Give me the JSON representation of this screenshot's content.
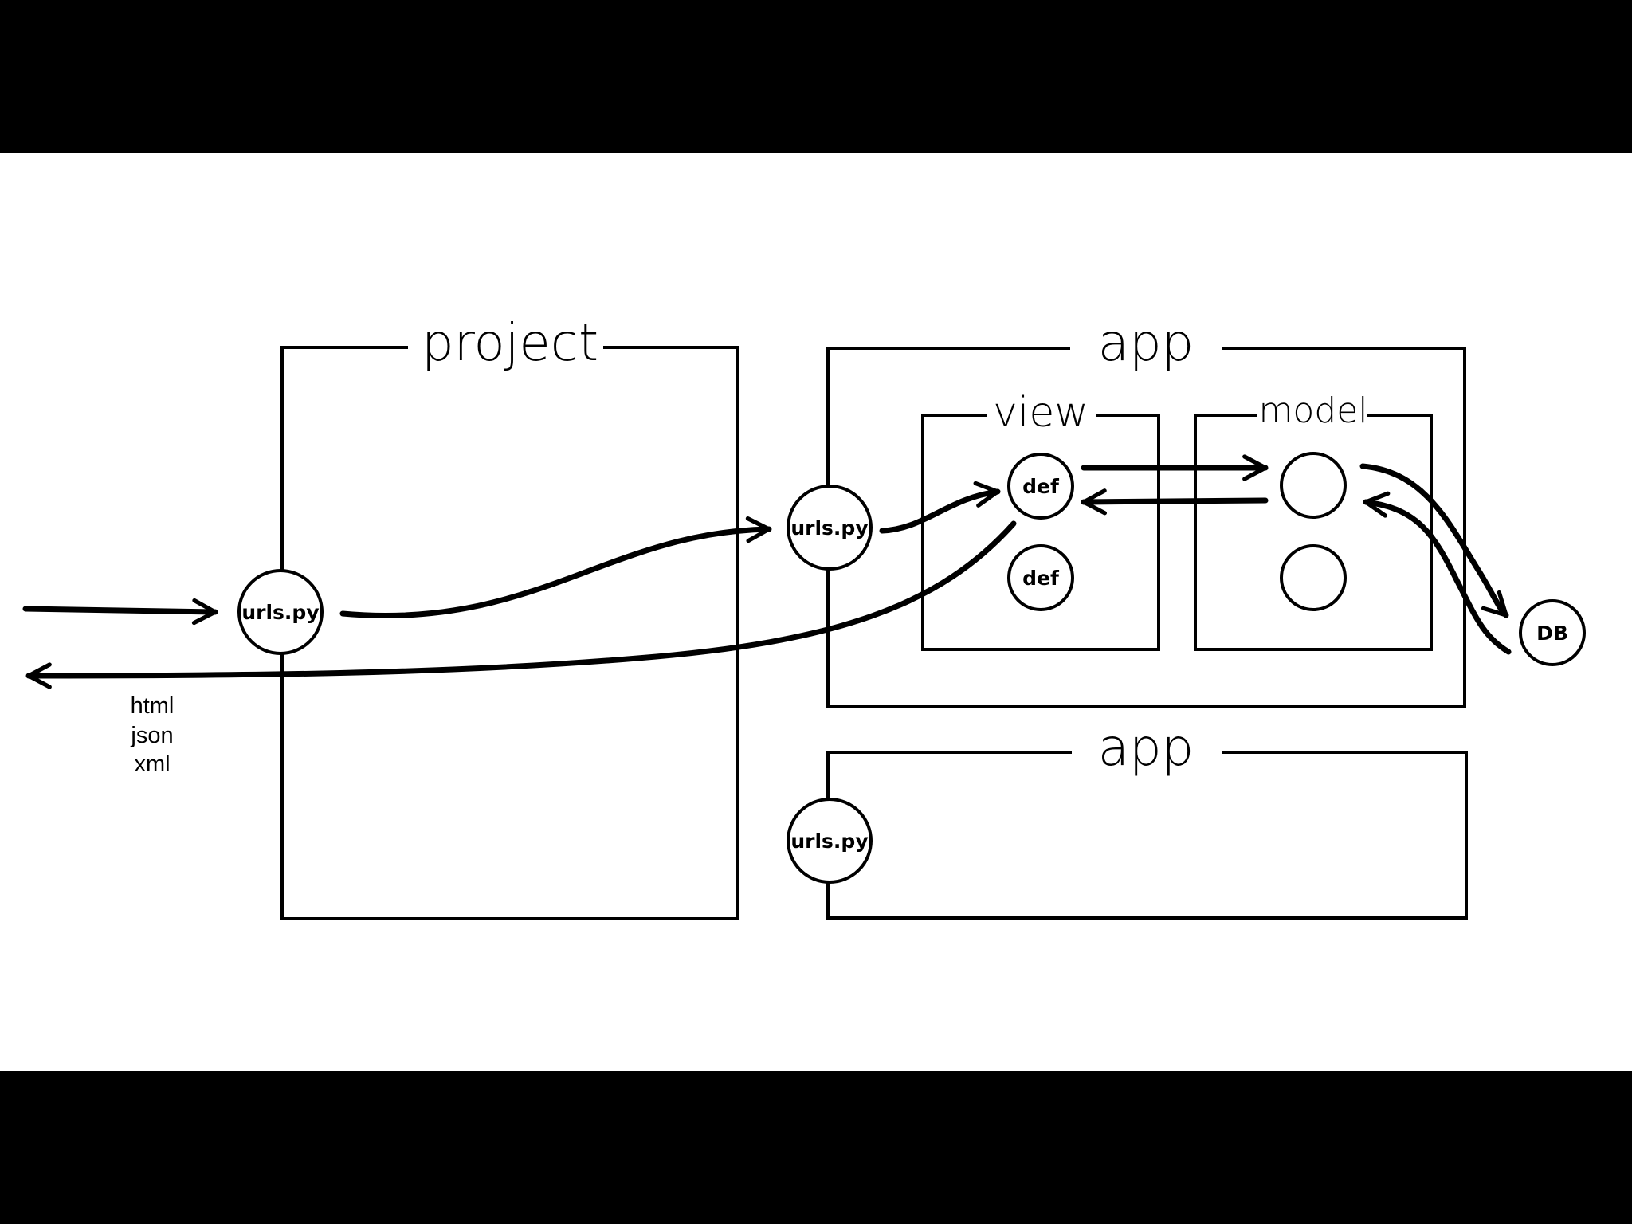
{
  "project": {
    "title": "project",
    "urls_label": "urls.py"
  },
  "app_main": {
    "title": "app",
    "urls_label": "urls.py",
    "view": {
      "title": "view",
      "def_top": "def",
      "def_bottom": "def"
    },
    "model": {
      "title": "model"
    }
  },
  "app_second": {
    "title": "app",
    "urls_label": "urls.py"
  },
  "db": {
    "label": "DB"
  },
  "response_formats": [
    "html",
    "json",
    "xml"
  ],
  "colors": {
    "background": "#ffffff",
    "letterbox": "#000000",
    "stroke": "#000000"
  }
}
